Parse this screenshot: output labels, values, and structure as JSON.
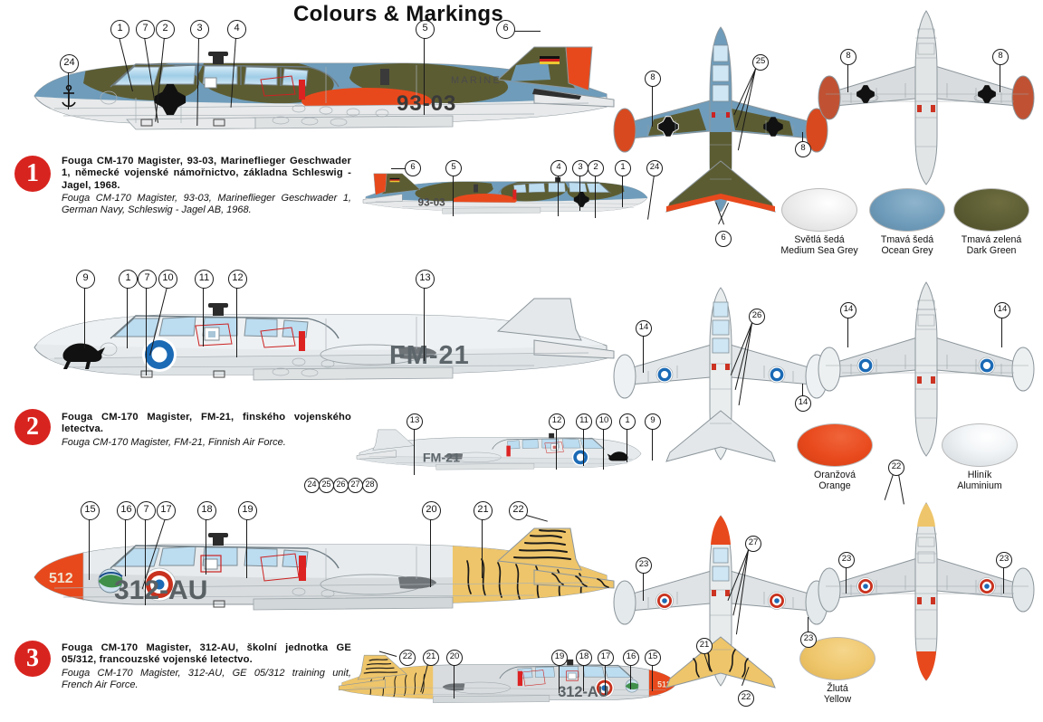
{
  "sheet": {
    "title": "Colours & Markings"
  },
  "palette": {
    "medium_sea_grey": "#dcdcdc",
    "ocean_grey": "#6f9cba",
    "dark_green": "#5c5c33",
    "orange": "#e8491c",
    "aluminium": "#e4e9ec",
    "yellow": "#eec56a",
    "red_badge": "#d8241f",
    "canopy_blue": "#bcdcf0",
    "outline": "#8c969c",
    "black": "#111111"
  },
  "profiles": [
    {
      "number": "1",
      "caption_cz": "Fouga CM-170 Magister, 93-03, Marineflieger Geschwader 1, německé vojenské námořnictvo, základna Schleswig - Jagel, 1968.",
      "caption_en": "Fouga CM-170 Magister, 93-03, Marineflieger Geschwader 1, German Navy, Schleswig - Jagel AB, 1968.",
      "serial": "93-03",
      "service_text": "MARINE",
      "side_callouts": [
        "24",
        "1",
        "7",
        "2",
        "3",
        "4",
        "5",
        "6"
      ],
      "starboard_callouts": [
        "6",
        "5",
        "4",
        "3",
        "2",
        "1",
        "24"
      ],
      "top_callouts": [
        "8",
        "25",
        "6",
        "8"
      ],
      "bottom_callouts": [
        "8",
        "8"
      ],
      "swatches": [
        {
          "cz": "Světlá šedá",
          "en": "Medium Sea Grey",
          "hex": "#dcdcdc",
          "style": "grad-lightgrey"
        },
        {
          "cz": "Tmavá šedá",
          "en": "Ocean Grey",
          "hex": "#6f9cba",
          "style": "flat"
        },
        {
          "cz": "Tmavá zelená",
          "en": "Dark Green",
          "hex": "#5c5c33",
          "style": "flat"
        }
      ]
    },
    {
      "number": "2",
      "caption_cz": "Fouga CM-170 Magister, FM-21, finského vojenského letectva.",
      "caption_en": "Fouga CM-170 Magister, FM-21, Finnish Air Force.",
      "serial": "FM-21",
      "service_text": "",
      "side_callouts": [
        "9",
        "1",
        "7",
        "10",
        "11",
        "12",
        "13"
      ],
      "starboard_callouts": [
        "13",
        "12",
        "11",
        "10",
        "1",
        "9"
      ],
      "top_callouts": [
        "14",
        "26",
        "14"
      ],
      "bottom_callouts": [
        "14",
        "14"
      ],
      "swatches": [
        {
          "cz": "Oranžová",
          "en": "Orange",
          "hex": "#e8491c",
          "style": "flat"
        },
        {
          "cz": "Hliník",
          "en": "Aluminium",
          "hex": "#e4e9ec",
          "style": "grad-alu"
        }
      ]
    },
    {
      "number": "3",
      "caption_cz": "Fouga CM-170 Magister, 312-AU, školní jednotka GE 05/312, francouzské vojenské letectvo.",
      "caption_en": "Fouga CM-170 Magister, 312-AU, GE 05/312 training unit, French Air Force.",
      "serial": "312-AU",
      "nose_code": "512",
      "service_text": "",
      "side_callouts": [
        "15",
        "16",
        "7",
        "17",
        "18",
        "19",
        "20",
        "21",
        "22"
      ],
      "starboard_callouts": [
        "22",
        "21",
        "20",
        "19",
        "18",
        "17",
        "16",
        "15"
      ],
      "top_callouts": [
        "23",
        "27",
        "21",
        "22",
        "23"
      ],
      "bottom_callouts": [
        "23",
        "23"
      ],
      "swatches": [
        {
          "cz": "Žlutá",
          "en": "Yellow",
          "hex": "#eec56a",
          "style": "flat"
        }
      ]
    }
  ],
  "decal_strip": {
    "numbers": [
      "24",
      "25",
      "26",
      "27",
      "28"
    ]
  }
}
